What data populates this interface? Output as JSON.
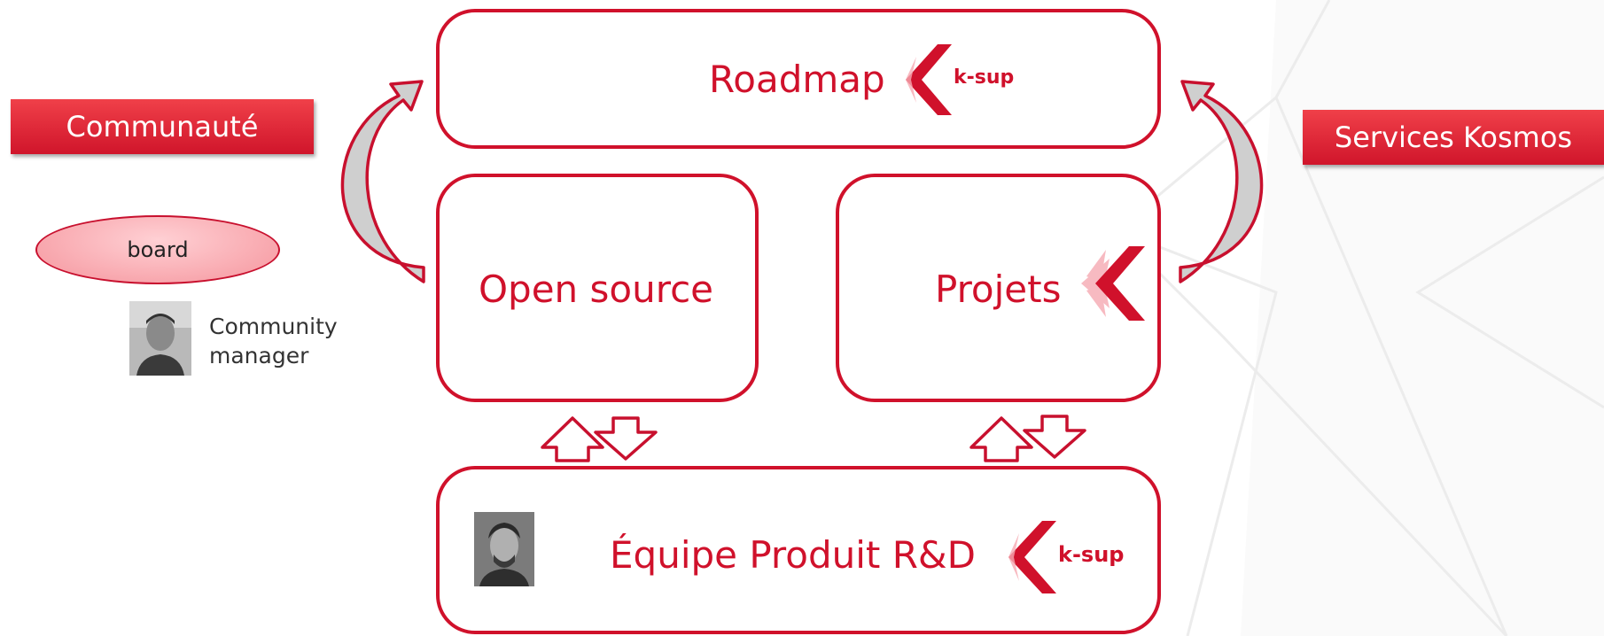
{
  "colors": {
    "accent": "#d0112b",
    "arrow_fill": "#cfcfcf",
    "tag_gradient": [
      "#f04049",
      "#d0152b"
    ]
  },
  "diagram": {
    "boxes": {
      "roadmap": {
        "label": "Roadmap"
      },
      "open_source": {
        "label": "Open source"
      },
      "projets": {
        "label": "Projets"
      },
      "equipe": {
        "label": "Équipe Produit R&D"
      }
    },
    "tags": {
      "communaute": "Communauté",
      "services": "Services Kosmos"
    },
    "board": {
      "label": "board"
    },
    "community_manager": {
      "line1": "Community",
      "line2": "manager"
    },
    "logo": {
      "text": "k-sup"
    }
  }
}
